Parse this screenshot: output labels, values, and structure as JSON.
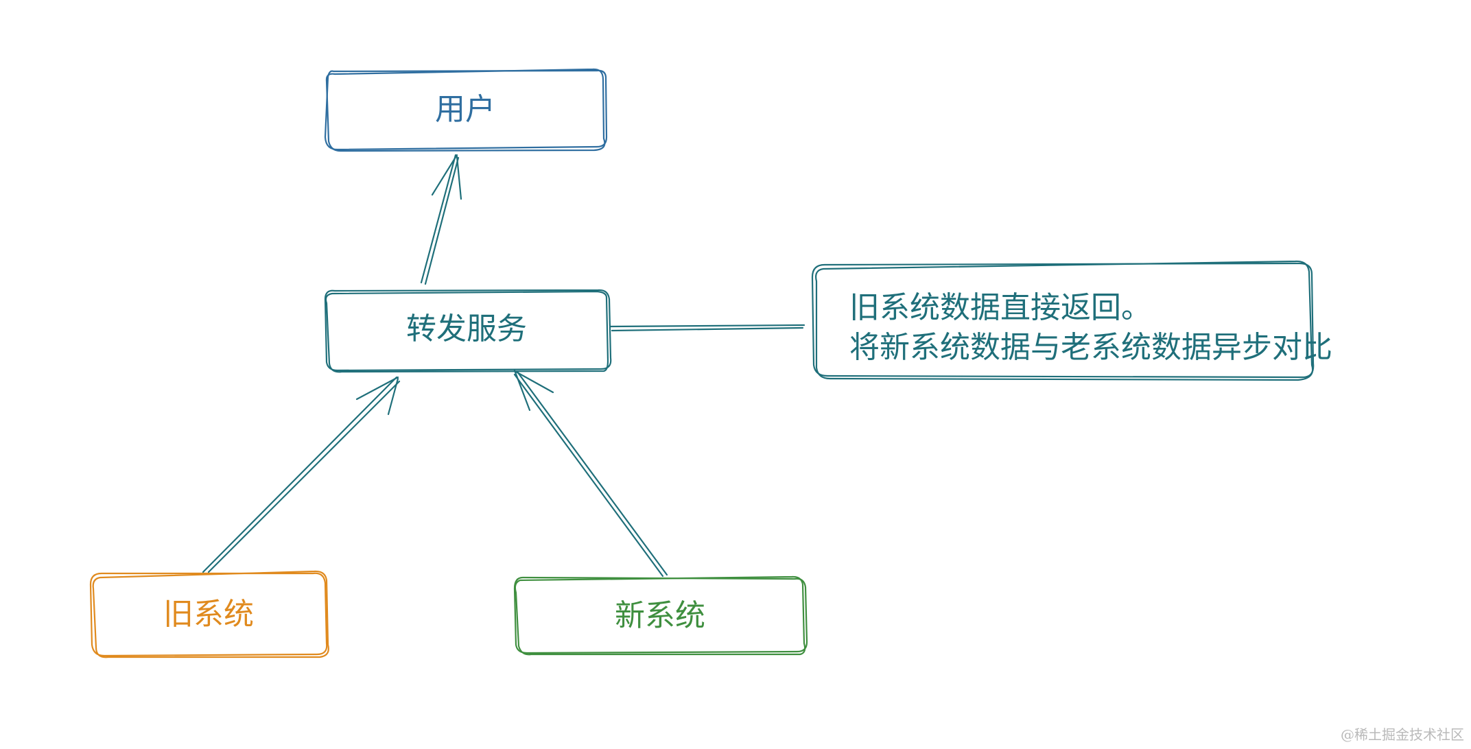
{
  "nodes": {
    "user": {
      "label": "用户",
      "color": "#2f6ea0"
    },
    "forward": {
      "label": "转发服务",
      "color": "#1f6f7a"
    },
    "old": {
      "label": "旧系统",
      "color": "#e08a1e"
    },
    "new": {
      "label": "新系统",
      "color": "#3f8f3f"
    }
  },
  "note": {
    "line1": "旧系统数据直接返回。",
    "line2": "将新系统数据与老系统数据异步对比",
    "color": "#1f6f7a"
  },
  "watermark": "@稀土掘金技术社区"
}
